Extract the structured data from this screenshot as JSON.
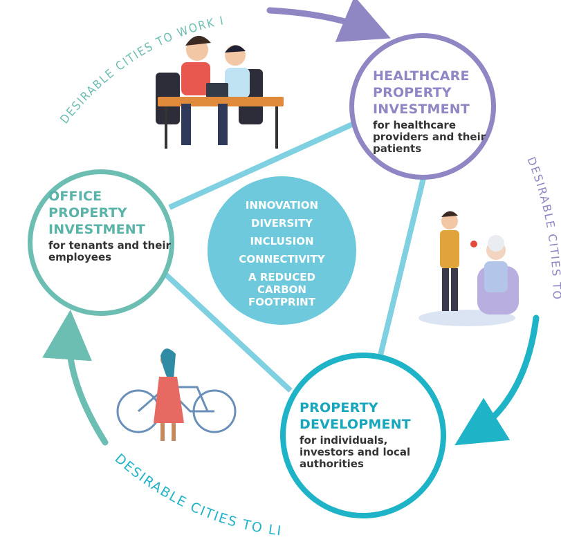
{
  "center": {
    "values": [
      "INNOVATION",
      "DIVERSITY",
      "INCLUSION",
      "CONNECTIVITY",
      "A REDUCED CARBON FOOTPRINT"
    ]
  },
  "nodes": {
    "healthcare": {
      "title": "HEALTHCARE PROPERTY INVESTMENT",
      "subtitle": "for healthcare providers and their patients"
    },
    "office": {
      "title": "OFFICE PROPERTY INVESTMENT",
      "subtitle": "for tenants and their employees"
    },
    "development": {
      "title": "PROPERTY DEVELOPMENT",
      "subtitle": "for individuals, investors and local authorities"
    }
  },
  "cycle_labels": {
    "work": "DESIRABLE CITIES TO WORK IN",
    "stay": "DESIRABLE CITIES TO STAY IN",
    "live": "DESIRABLE CITIES TO LIVE IN"
  },
  "colors": {
    "purple": "#8f86c4",
    "teal": "#6cbdb2",
    "cyan": "#1fb3c8",
    "hub": "#6fc9dc",
    "connector": "#7fd0e0"
  },
  "illustrations": [
    "people-at-desk-illustration",
    "caregiver-with-elderly-illustration",
    "woman-with-bicycle-illustration"
  ]
}
